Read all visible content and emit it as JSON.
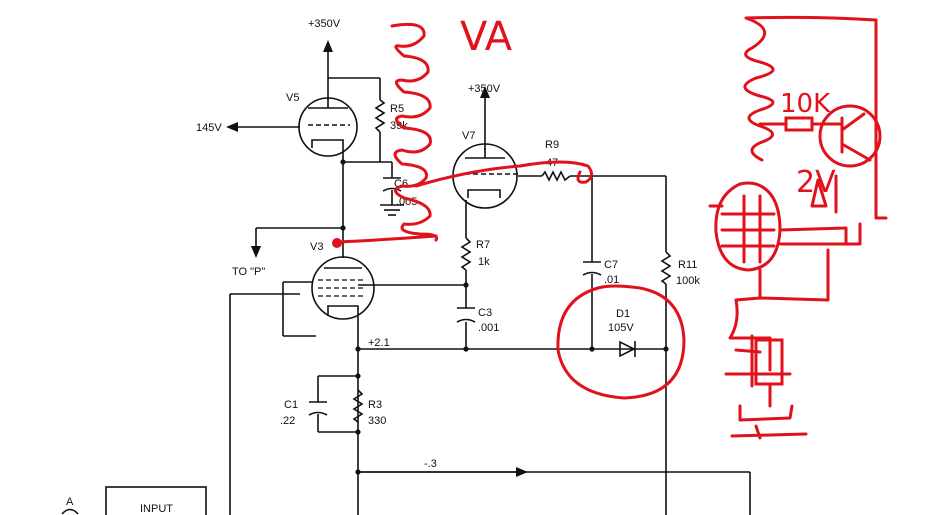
{
  "schematic": {
    "supplies": {
      "v_350_left": "+350V",
      "v_350_right": "+350V",
      "v_145": "145V"
    },
    "tubes": {
      "v5": "V5",
      "v7": "V7",
      "v3": "V3"
    },
    "resistors": {
      "r5": {
        "name": "R5",
        "value": "39k"
      },
      "r9": {
        "name": "R9",
        "value": "47"
      },
      "r7": {
        "name": "R7",
        "value": "1k"
      },
      "r11": {
        "name": "R11",
        "value": "100k"
      },
      "r3": {
        "name": "R3",
        "value": "330"
      }
    },
    "capacitors": {
      "c6": {
        "name": "C6",
        "value": ".005"
      },
      "c7": {
        "name": "C7",
        "value": ".01"
      },
      "c3": {
        "name": "C3",
        "value": ".001"
      },
      "c1": {
        "name": "C1",
        "value": ".22"
      }
    },
    "diode": {
      "name": "D1",
      "value": "105V"
    },
    "nets": {
      "to_p": "TO \"P\"",
      "node_plus_2_1": "+2.1",
      "node_minus_0_3": "-.3"
    },
    "input_block": {
      "label": "INPUT",
      "terminal": "A"
    }
  },
  "annotations": {
    "va_label": "VA",
    "resistor_value": "10K",
    "zener_value": "2V",
    "ink_color": "#e0121b"
  }
}
